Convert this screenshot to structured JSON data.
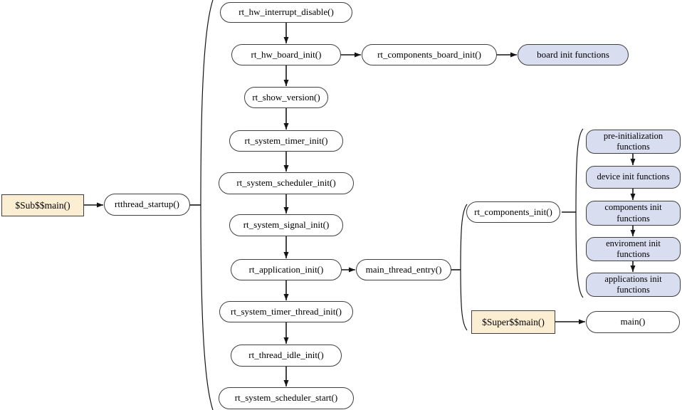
{
  "diagram": {
    "title_hint": "rtthread startup flowchart",
    "colors": {
      "bg": "#ffffff",
      "node_fill": "#ffffff",
      "highlight_fill": "#fbeed3",
      "group_fill": "#d9ddf0",
      "border": "#3f3f3f",
      "arrow": "#141414"
    },
    "nodes": {
      "sub_main": {
        "label": "$Sub$$main()"
      },
      "rtthread_startup": {
        "label": "rtthread_startup()"
      },
      "rt_hw_interrupt_disable": {
        "label": "rt_hw_interrupt_disable()"
      },
      "rt_hw_board_init": {
        "label": "rt_hw_board_init()"
      },
      "rt_components_board_init": {
        "label": "rt_components_board_init()"
      },
      "board_init_functions": {
        "label": "board init functions"
      },
      "rt_show_version": {
        "label": "rt_show_version()"
      },
      "rt_system_timer_init": {
        "label": "rt_system_timer_init()"
      },
      "rt_system_scheduler_init": {
        "label": "rt_system_scheduler_init()"
      },
      "rt_system_signal_init": {
        "label": "rt_system_signal_init()"
      },
      "rt_application_init": {
        "label": "rt_application_init()"
      },
      "main_thread_entry": {
        "label": "main_thread_entry()"
      },
      "rt_components_init": {
        "label": "rt_components_init()"
      },
      "pre_initialization_functions": {
        "label": "pre-initialization functions"
      },
      "device_init_functions": {
        "label": "device init functions"
      },
      "components_init_functions": {
        "label": "components init functions"
      },
      "enviroment_init_functions": {
        "label": "enviroment init functions"
      },
      "applications_init_functions": {
        "label": "applications init functions"
      },
      "rt_system_timer_thread_init": {
        "label": "rt_system_timer_thread_init()"
      },
      "super_main": {
        "label": "$Super$$main()"
      },
      "main_fn": {
        "label": "main()"
      },
      "rt_thread_idle_init": {
        "label": "rt_thread_idle_init()"
      },
      "rt_system_scheduler_start": {
        "label": "rt_system_scheduler_start()"
      }
    }
  }
}
